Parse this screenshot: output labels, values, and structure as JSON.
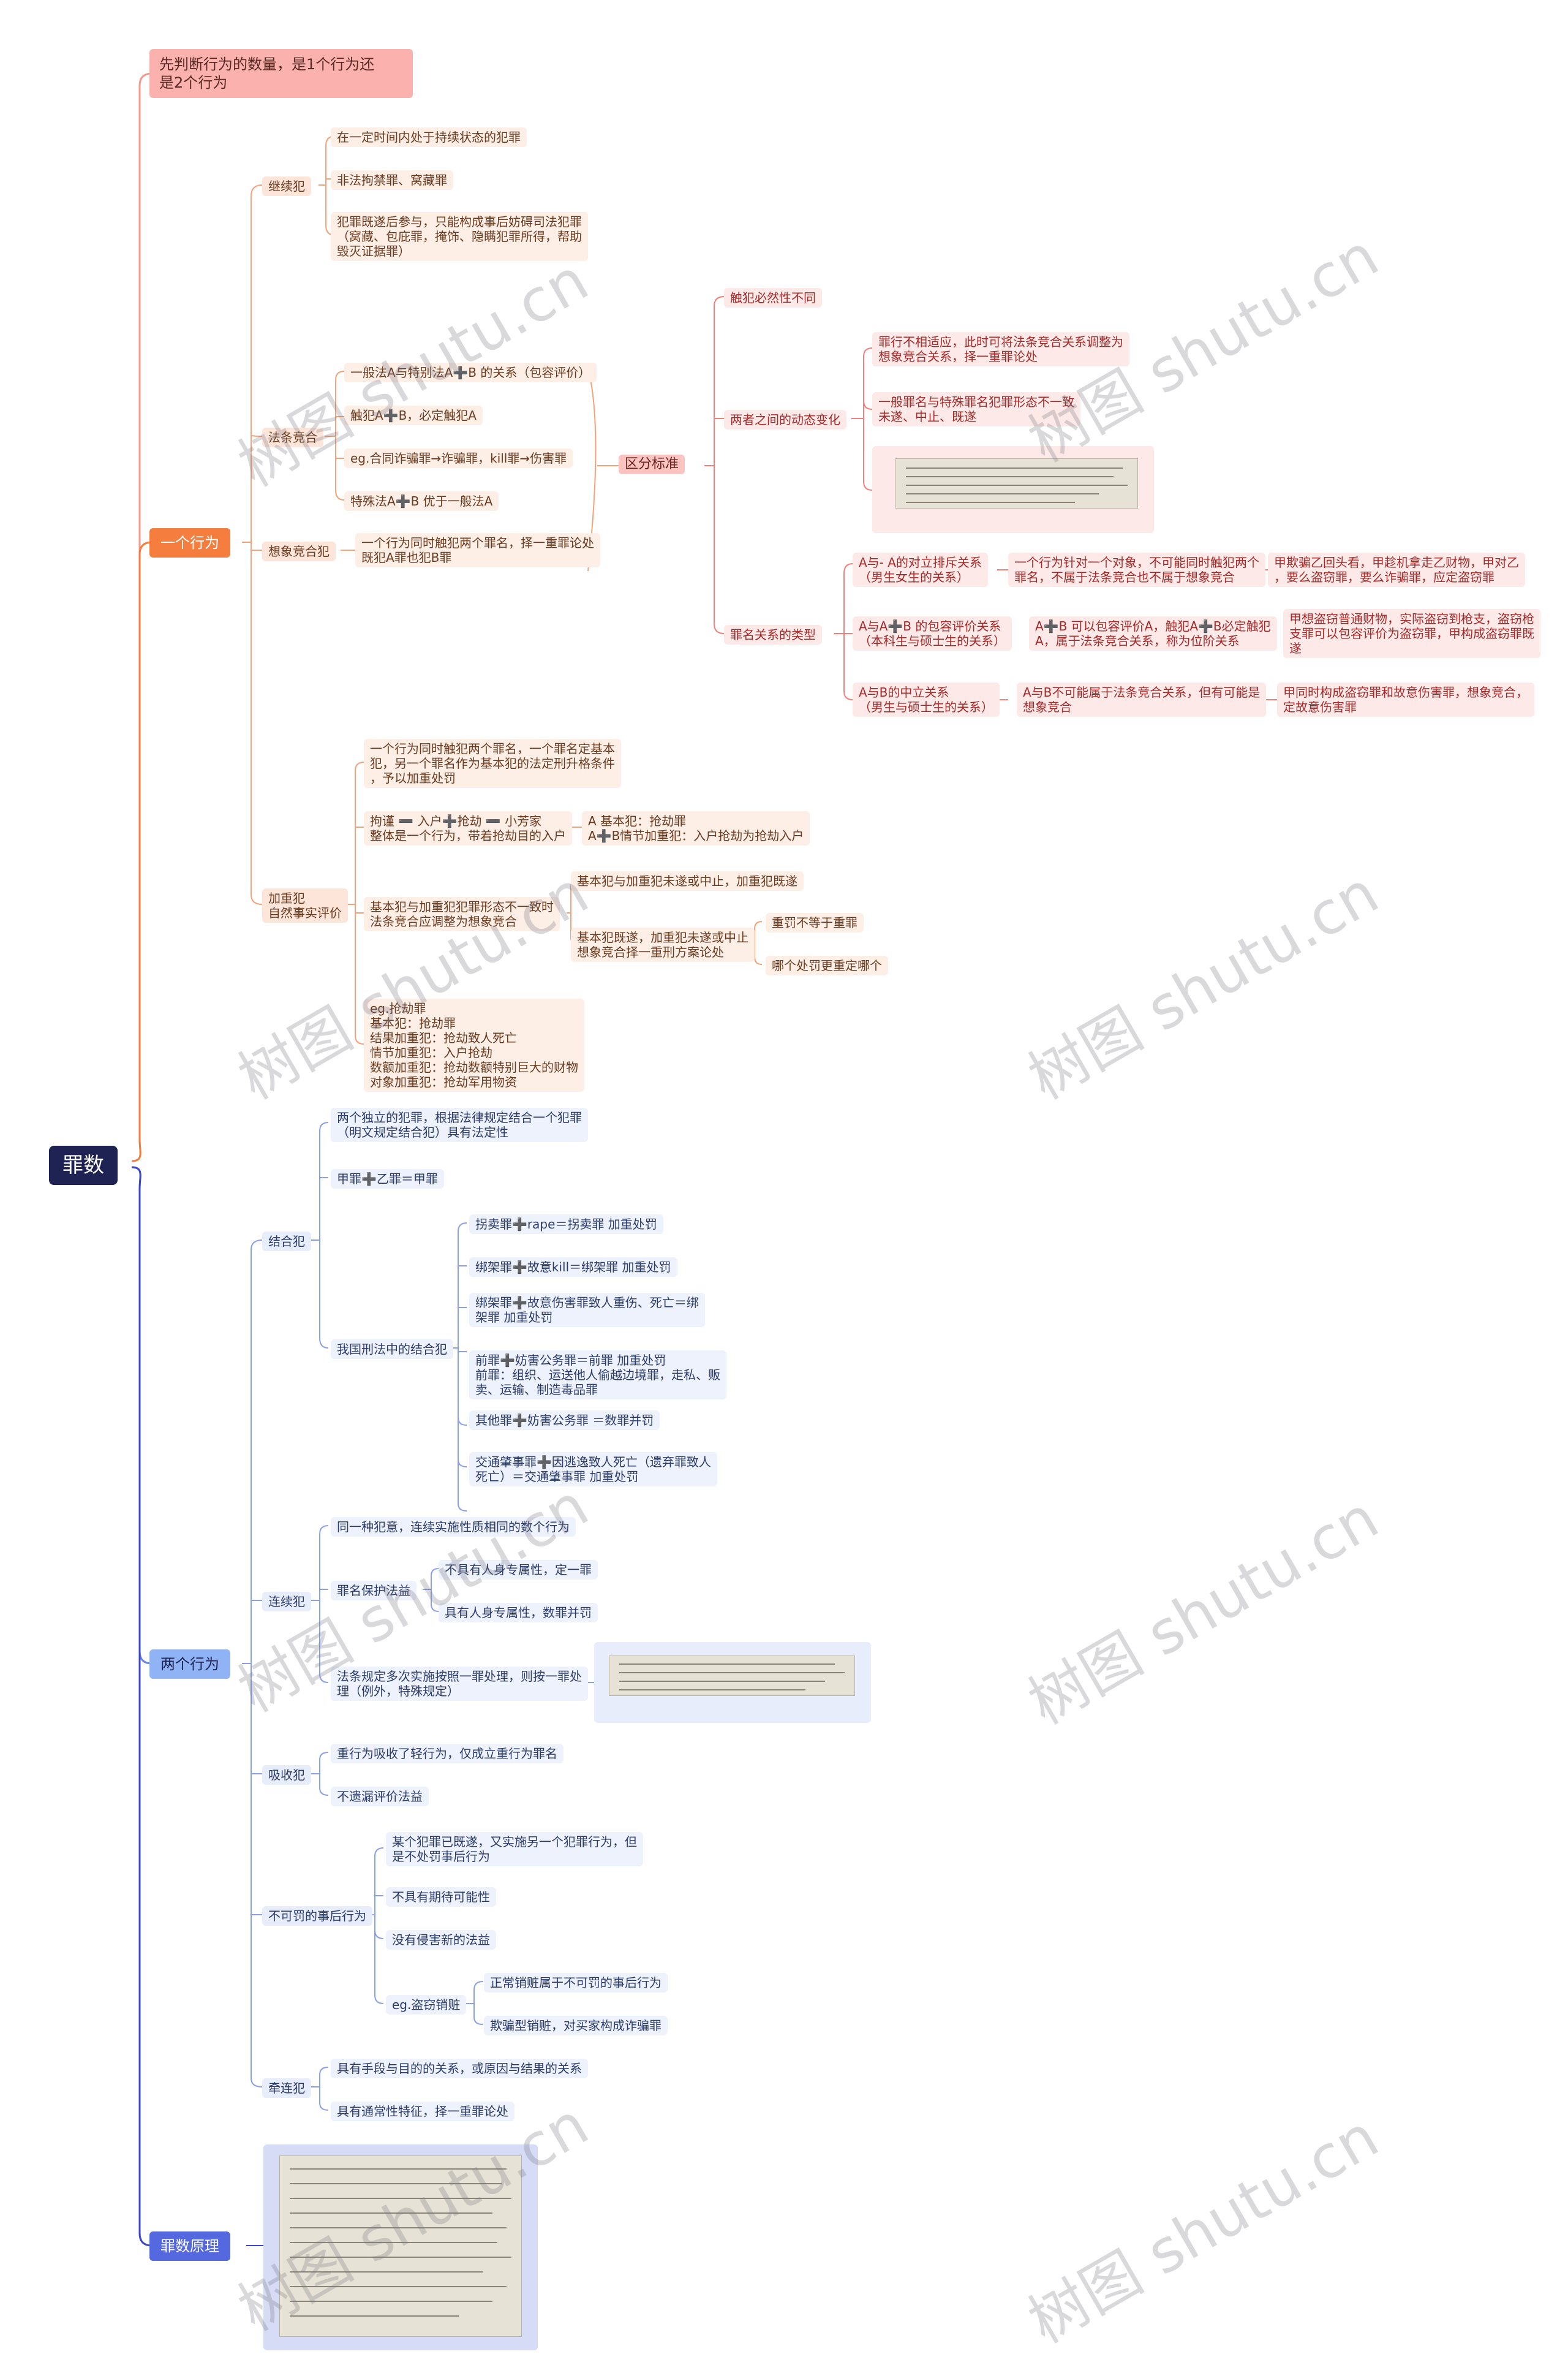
{
  "root": "罪数",
  "intro": "先判断行为的数量，是1个行为还\n是2个行为",
  "one": {
    "label": "一个行为",
    "jixu": {
      "label": "继续犯",
      "items": [
        "在一定时间内处于持续状态的犯罪",
        "非法拘禁罪、窝藏罪",
        "犯罪既遂后参与，只能构成事后妨碍司法犯罪\n（窝藏、包庇罪，掩饰、隐瞒犯罪所得，帮助\n毁灭证据罪）"
      ]
    },
    "fatiao": {
      "label": "法条竞合",
      "items": [
        "一般法A与特别法A➕B 的关系（包容评价）",
        "触犯A➕B，必定触犯A",
        "eg.合同诈骗罪→诈骗罪，kill罪→伤害罪",
        "特殊法A➕B 优于一般法A"
      ]
    },
    "xiangxiang": {
      "label": "想象竞合犯",
      "text": "一个行为同时触犯两个罪名，择一重罪论处\n既犯A罪也犯B罪"
    },
    "qufen": {
      "label": "区分标准",
      "chufan": "触犯必然性不同",
      "dongtai": {
        "label": "两者之间的动态变化",
        "items": [
          "罪行不相适应，此时可将法条竞合关系调整为\n想象竞合关系，择一重罪论处",
          "一般罪名与特殊罪名犯罪形态不一致\n未遂、中止、既遂"
        ]
      },
      "guanxi": {
        "label": "罪名关系的类型",
        "rows": [
          {
            "a": "A与- A的对立排斥关系\n（男生女生的关系）",
            "b": "一个行为针对一个对象，不可能同时触犯两个\n罪名，不属于法条竞合也不属于想象竞合",
            "c": "甲欺骗乙回头看，甲趁机拿走乙财物，甲对乙\n，要么盗窃罪，要么诈骗罪，应定盗窃罪"
          },
          {
            "a": "A与A➕B 的包容评价关系\n（本科生与硕士生的关系）",
            "b": "A➕B 可以包容评价A，触犯A➕B必定触犯\nA，属于法条竞合关系，称为位阶关系",
            "c": "甲想盗窃普通财物，实际盗窃到枪支，盗窃枪\n支罪可以包容评价为盗窃罪，甲构成盗窃罪既\n遂"
          },
          {
            "a": "A与B的中立关系\n（男生与硕士生的关系）",
            "b": "A与B不可能属于法条竞合关系，但有可能是\n想象竞合",
            "c": "甲同时构成盗窃罪和故意伤害罪，想象竞合，\n定故意伤害罪"
          }
        ]
      }
    },
    "jiazhong": {
      "label": "加重犯\n自然事实评价",
      "def": "一个行为同时触犯两个罪名，一个罪名定基本\n犯，另一个罪名作为基本犯的法定刑升格条件\n，予以加重处罚",
      "ex1": "拘谨  ➖  入户➕抢劫  ➖  小芳家\n整体是一个行为，带着抢劫目的入户",
      "ex1r": "A 基本犯：抢劫罪\nA➕B情节加重犯：入户抢劫为抢劫入户",
      "mismatch": "基本犯与加重犯犯罪形态不一致时\n法条竞合应调整为想象竞合",
      "m1": "基本犯与加重犯未遂或中止，加重犯既遂",
      "m2": "基本犯既遂，加重犯未遂或中止\n想象竞合择一重刑方案论处",
      "m2a": "重罚不等于重罪",
      "m2b": "哪个处罚更重定哪个",
      "eg": "eg.抢劫罪\n基本犯：抢劫罪\n结果加重犯：抢劫致人死亡\n情节加重犯：入户抢劫\n数额加重犯：抢劫数额特别巨大的财物\n对象加重犯：抢劫军用物资"
    }
  },
  "two": {
    "label": "两个行为",
    "jiehe": {
      "label": "结合犯",
      "def": "两个独立的犯罪，根据法律规定结合一个犯罪\n（明文规定结合犯）具有法定性",
      "form": "甲罪➕乙罪＝甲罪",
      "woguo": "我国刑法中的结合犯",
      "items": [
        "拐卖罪➕rape＝拐卖罪  加重处罚",
        "绑架罪➕故意kill＝绑架罪  加重处罚",
        "绑架罪➕故意伤害罪致人重伤、死亡＝绑\n架罪  加重处罚",
        "前罪➕妨害公务罪＝前罪  加重处罚\n前罪：组织、运送他人偷越边境罪，走私、贩\n卖、运输、制造毒品罪",
        "其他罪➕妨害公务罪 ＝数罪并罚",
        "交通肇事罪➕因逃逸致人死亡（遗弃罪致人\n死亡）＝交通肇事罪  加重处罚"
      ]
    },
    "lianxu": {
      "label": "连续犯",
      "same": "同一种犯意，连续实施性质相同的数个行为",
      "baohu": "罪名保护法益",
      "p1": "不具有人身专属性，定一罪",
      "p2": "具有人身专属性，数罪并罚",
      "fagui": "法条规定多次实施按照一罪处理，则按一罪处\n理（例外，特殊规定）"
    },
    "xishou": {
      "label": "吸收犯",
      "items": [
        "重行为吸收了轻行为，仅成立重行为罪名",
        "不遗漏评价法益"
      ]
    },
    "bukefa": {
      "label": "不可罚的事后行为",
      "items": [
        "某个犯罪已既遂，又实施另一个犯罪行为，但\n是不处罚事后行为",
        "不具有期待可能性",
        "没有侵害新的法益"
      ],
      "eg": "eg.盗窃销赃",
      "egItems": [
        "正常销赃属于不可罚的事后行为",
        "欺骗型销赃，对买家构成诈骗罪"
      ]
    },
    "qianlian": {
      "label": "牵连犯",
      "items": [
        "具有手段与目的的关系，或原因与结果的关系",
        "具有通常性特征，择一重罪论处"
      ]
    }
  },
  "principle": {
    "label": "罪数原理"
  },
  "watermark": "树图 shutu.cn"
}
